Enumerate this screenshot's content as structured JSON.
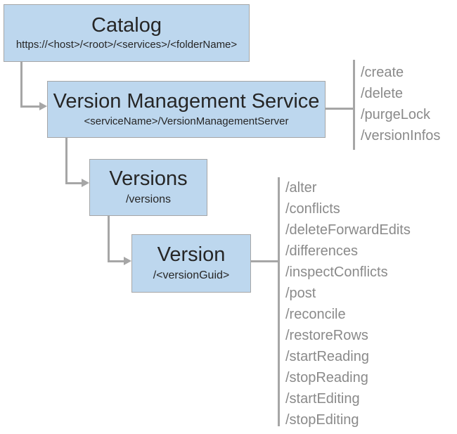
{
  "diagram": {
    "nodes": {
      "catalog": {
        "title": "Catalog",
        "subtitle": "https://<host>/<root>/<services>/<folderName>"
      },
      "version_management_service": {
        "title": "Version Management Service",
        "subtitle": "<serviceName>/VersionManagementServer"
      },
      "versions": {
        "title": "Versions",
        "subtitle": "/versions"
      },
      "version": {
        "title": "Version",
        "subtitle": "/<versionGuid>"
      }
    },
    "service_operations": [
      "/create",
      "/delete",
      "/purgeLock",
      "/versionInfos"
    ],
    "version_operations": [
      "/alter",
      "/conflicts",
      "/deleteForwardEdits",
      "/differences",
      "/inspectConflicts",
      "/post",
      "/reconcile",
      "/restoreRows",
      "/startReading",
      "/stopReading",
      "/startEditing",
      "/stopEditing"
    ],
    "colors": {
      "box_fill": "#BDD7EE",
      "box_border": "#A6A6A6",
      "connector": "#A6A6A6",
      "title_text": "#262626",
      "operation_text": "#8A8A8A"
    }
  }
}
